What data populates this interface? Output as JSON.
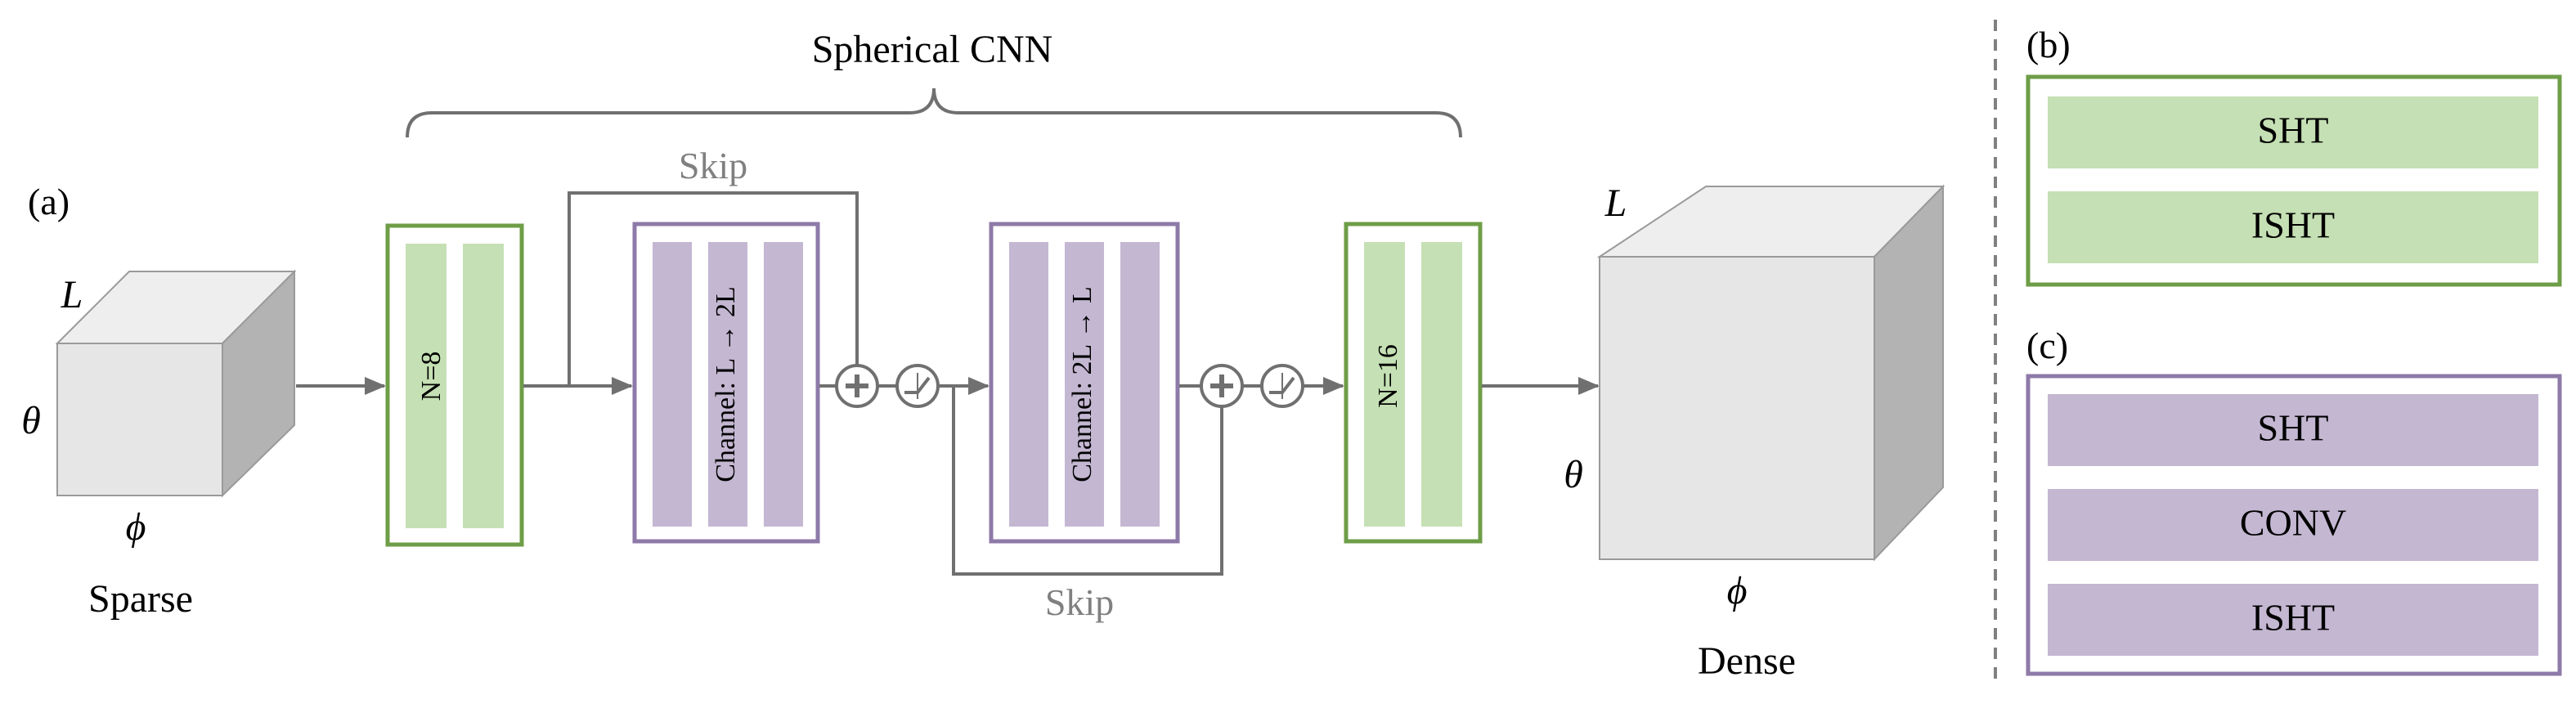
{
  "colors": {
    "green_border": "#6e9d47",
    "green_fill": "#c5e0b4",
    "purple_border": "#8e7aa8",
    "purple_fill": "#c4b7d2",
    "line": "#707070",
    "skip_text": "#808080",
    "cube_front": "#e6e6e6",
    "cube_top": "#eeeeee",
    "cube_side": "#b3b3b3"
  },
  "panel_a": {
    "label": "(a)",
    "bracket_title": "Spherical CNN",
    "input_cube": {
      "axis_L": "L",
      "axis_theta": "θ",
      "axis_phi": "ϕ",
      "caption": "Sparse"
    },
    "output_cube": {
      "axis_L": "L",
      "axis_theta": "θ",
      "axis_phi": "ϕ",
      "caption": "Dense"
    },
    "block1": {
      "label": "N=8"
    },
    "block2": {
      "label": "Channel: L → 2L"
    },
    "block3": {
      "label": "Channel: 2L → L"
    },
    "block4": {
      "label": "N=16"
    },
    "skip_top_label": "Skip",
    "skip_bottom_label": "Skip",
    "add_icon": "plus-circle-icon",
    "activation_icon": "relu-icon"
  },
  "panel_b": {
    "label": "(b)",
    "items": [
      "SHT",
      "ISHT"
    ]
  },
  "panel_c": {
    "label": "(c)",
    "items": [
      "SHT",
      "CONV",
      "ISHT"
    ]
  }
}
